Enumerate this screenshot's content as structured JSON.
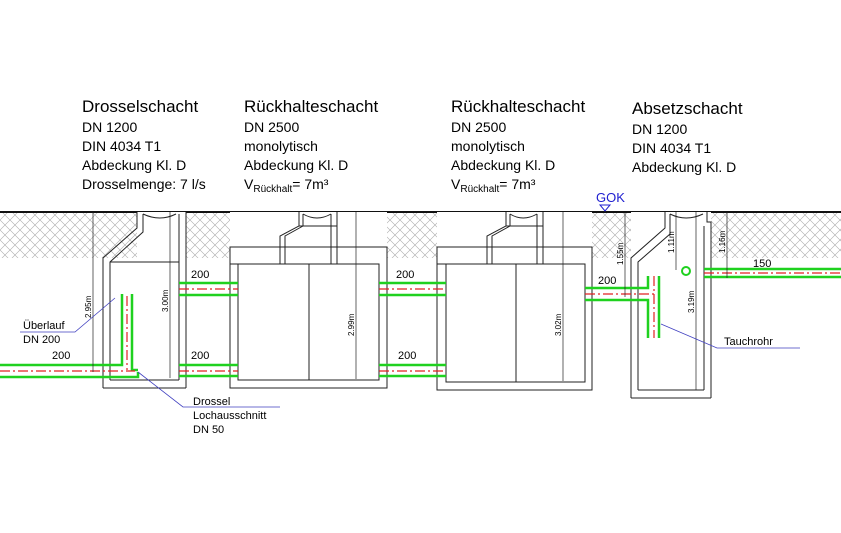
{
  "shafts": [
    {
      "title": "Drosselschacht",
      "lines": [
        "DN 1200",
        "DIN 4034 T1",
        "Abdeckung Kl. D",
        "Drosselmenge: 7 l/s"
      ]
    },
    {
      "title": "Rückhalteschacht",
      "lines": [
        "DN 2500",
        "monolytisch",
        "Abdeckung Kl. D"
      ],
      "volume_prefix": "V",
      "volume_sub": "Rückhalt",
      "volume_value": "= 7m³"
    },
    {
      "title": "Rückhalteschacht",
      "lines": [
        "DN 2500",
        "monolytisch",
        "Abdeckung Kl. D"
      ],
      "volume_prefix": "V",
      "volume_sub": "Rückhalt",
      "volume_value": "= 7m³"
    },
    {
      "title": "Absetzschacht",
      "lines": [
        "DN 1200",
        "DIN 4034 T1",
        "Abdeckung Kl. D"
      ]
    }
  ],
  "gok_label": "GOK",
  "pipe_labels": {
    "inlet": "200",
    "s1_upper": "200",
    "s1_lower": "200",
    "s2_upper": "200",
    "s2_lower": "200",
    "s3_s4": "200",
    "outlet": "150"
  },
  "dimensions": {
    "d1": "2.95m",
    "d2": "3.00m",
    "d3": "2.99m",
    "d4": "3.02m",
    "d5": "1.55m",
    "d6": "1.11m",
    "d7": "1.16m",
    "d8": "3.19m"
  },
  "annotations": {
    "ueberlauf": [
      "Überlauf",
      "DN 200"
    ],
    "drossel": [
      "Drossel",
      "Lochausschnitt",
      "DN 50"
    ],
    "tauchrohr": "Tauchrohr"
  },
  "colors": {
    "pipe": "#1fd11f",
    "axis": "#e02020",
    "leader": "#4040c0",
    "gok": "#2020d0"
  }
}
